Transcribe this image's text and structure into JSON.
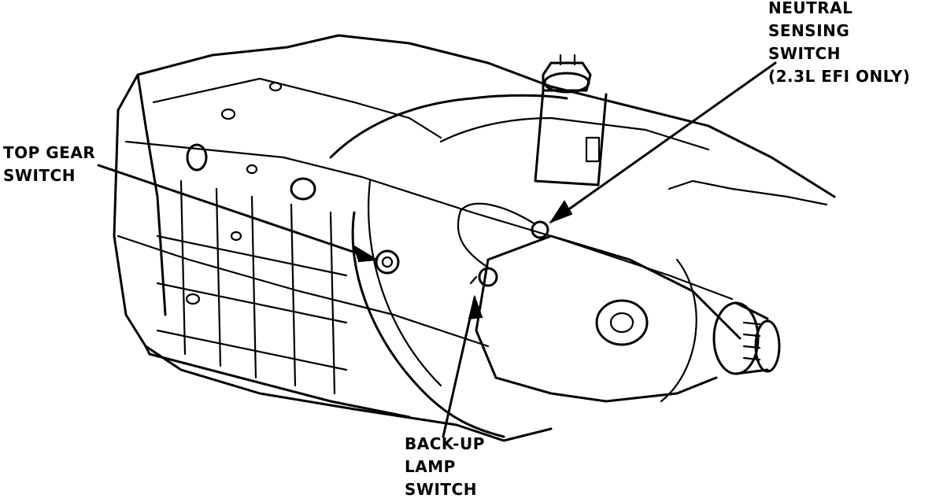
{
  "labels": {
    "neutral_sensing": [
      "NEUTRAL",
      "SENSING",
      "SWITCH",
      "(2.3L EFI ONLY)"
    ],
    "top_gear": [
      "TOP GEAR",
      "SWITCH"
    ],
    "backup_lamp": [
      "BACK-UP",
      "LAMP",
      "SWITCH"
    ]
  }
}
